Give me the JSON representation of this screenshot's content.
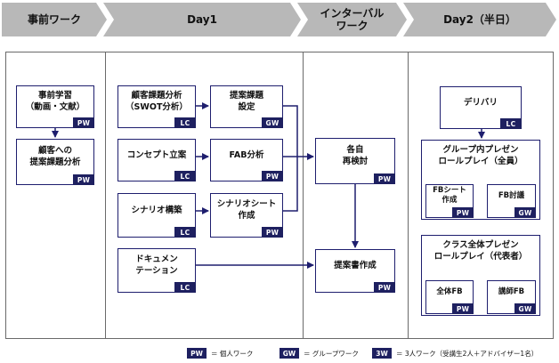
{
  "phases": [
    {
      "label": "事前ワーク"
    },
    {
      "label": "Day1"
    },
    {
      "label": "インターバル\nワーク"
    },
    {
      "label": "Day2（半日）"
    }
  ],
  "boxes": {
    "pre_study": {
      "text": "事前学習\n（動画・文献）",
      "tag": "PW"
    },
    "pre_analysis": {
      "text": "顧客への\n提案課題分析",
      "tag": "PW"
    },
    "d1_cust": {
      "text": "顧客課題分析\n（SWOT分析）",
      "tag": "LC"
    },
    "d1_set": {
      "text": "提案課題\n設定",
      "tag": "GW"
    },
    "d1_concept": {
      "text": "コンセプト立案",
      "tag": "LC"
    },
    "d1_fab": {
      "text": "FAB分析",
      "tag": "PW"
    },
    "d1_scenario": {
      "text": "シナリオ構築",
      "tag": "LC"
    },
    "d1_sheet": {
      "text": "シナリオシート\n作成",
      "tag": "PW"
    },
    "d1_doc": {
      "text": "ドキュメン\nテーション",
      "tag": "LC"
    },
    "iv_review": {
      "text": "各自\n再検討",
      "tag": "PW"
    },
    "iv_proposal": {
      "text": "提案書作成",
      "tag": "PW"
    },
    "d2_deliv": {
      "text": "デリバリ",
      "tag": "LC"
    },
    "d2_group": {
      "text": "グループ内プレゼン\nロールプレイ（全員）",
      "tag": ""
    },
    "d2_fbsheet": {
      "text": "FBシート\n作成",
      "tag": "PW"
    },
    "d2_fbdisc": {
      "text": "FB討議",
      "tag": "GW"
    },
    "d2_class": {
      "text": "クラス全体プレゼン\nロールプレイ（代表者）",
      "tag": ""
    },
    "d2_allfb": {
      "text": "全体FB",
      "tag": "PW"
    },
    "d2_lectfb": {
      "text": "講師FB",
      "tag": "GW"
    }
  },
  "legend": [
    {
      "tag": "PW",
      "text": "＝ 個人ワーク"
    },
    {
      "tag": "GW",
      "text": "＝ グループワーク"
    },
    {
      "tag": "3W",
      "text": "＝ 3人ワーク（受講生2人＋アドバイザー1名）"
    }
  ],
  "colors": {
    "phase_fill": "#b8b8b8",
    "tag_fill": "#1e2060",
    "line": "#1e1e6e"
  }
}
